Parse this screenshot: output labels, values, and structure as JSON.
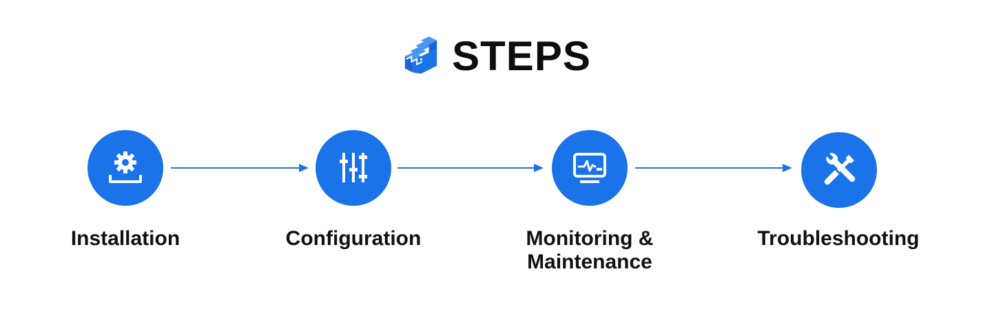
{
  "header": {
    "title": "STEPS",
    "icon": "stairs-icon"
  },
  "colors": {
    "accent": "#1a73e8",
    "text": "#111111",
    "background": "#ffffff"
  },
  "steps": [
    {
      "label": "Installation",
      "icon": "gear-install-icon"
    },
    {
      "label": "Configuration",
      "icon": "sliders-icon"
    },
    {
      "label": "Monitoring &\nMaintenance",
      "icon": "monitor-pulse-icon"
    },
    {
      "label": "Troubleshooting",
      "icon": "tools-icon"
    }
  ]
}
